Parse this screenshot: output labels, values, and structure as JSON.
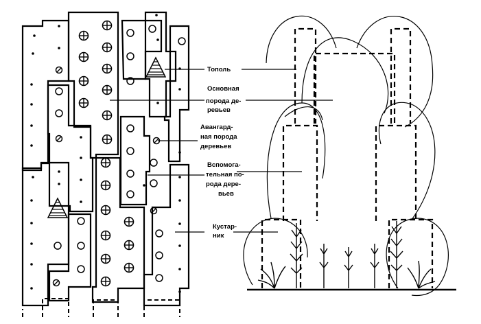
{
  "labels": {
    "poplar": "Тополь",
    "main_species": [
      "Основная",
      "порода де-",
      "ревьев"
    ],
    "avant_species": [
      "Авангард-",
      "ная порода",
      "деревьев"
    ],
    "auxiliary_species": [
      "Вспомога-",
      "тельная по-",
      "рода дере-",
      "вьев"
    ],
    "shrub": [
      "Кустар-",
      "ник"
    ]
  },
  "legend_symbols": {
    "poplar": "striped-triangle-icon",
    "main_species": "circle-cross-icon",
    "avant_species": "circle-slash-icon",
    "auxiliary_species": "open-circle-icon",
    "shrub": "dot-icon"
  },
  "colors": {
    "ink": "#000000",
    "paper": "#ffffff"
  }
}
